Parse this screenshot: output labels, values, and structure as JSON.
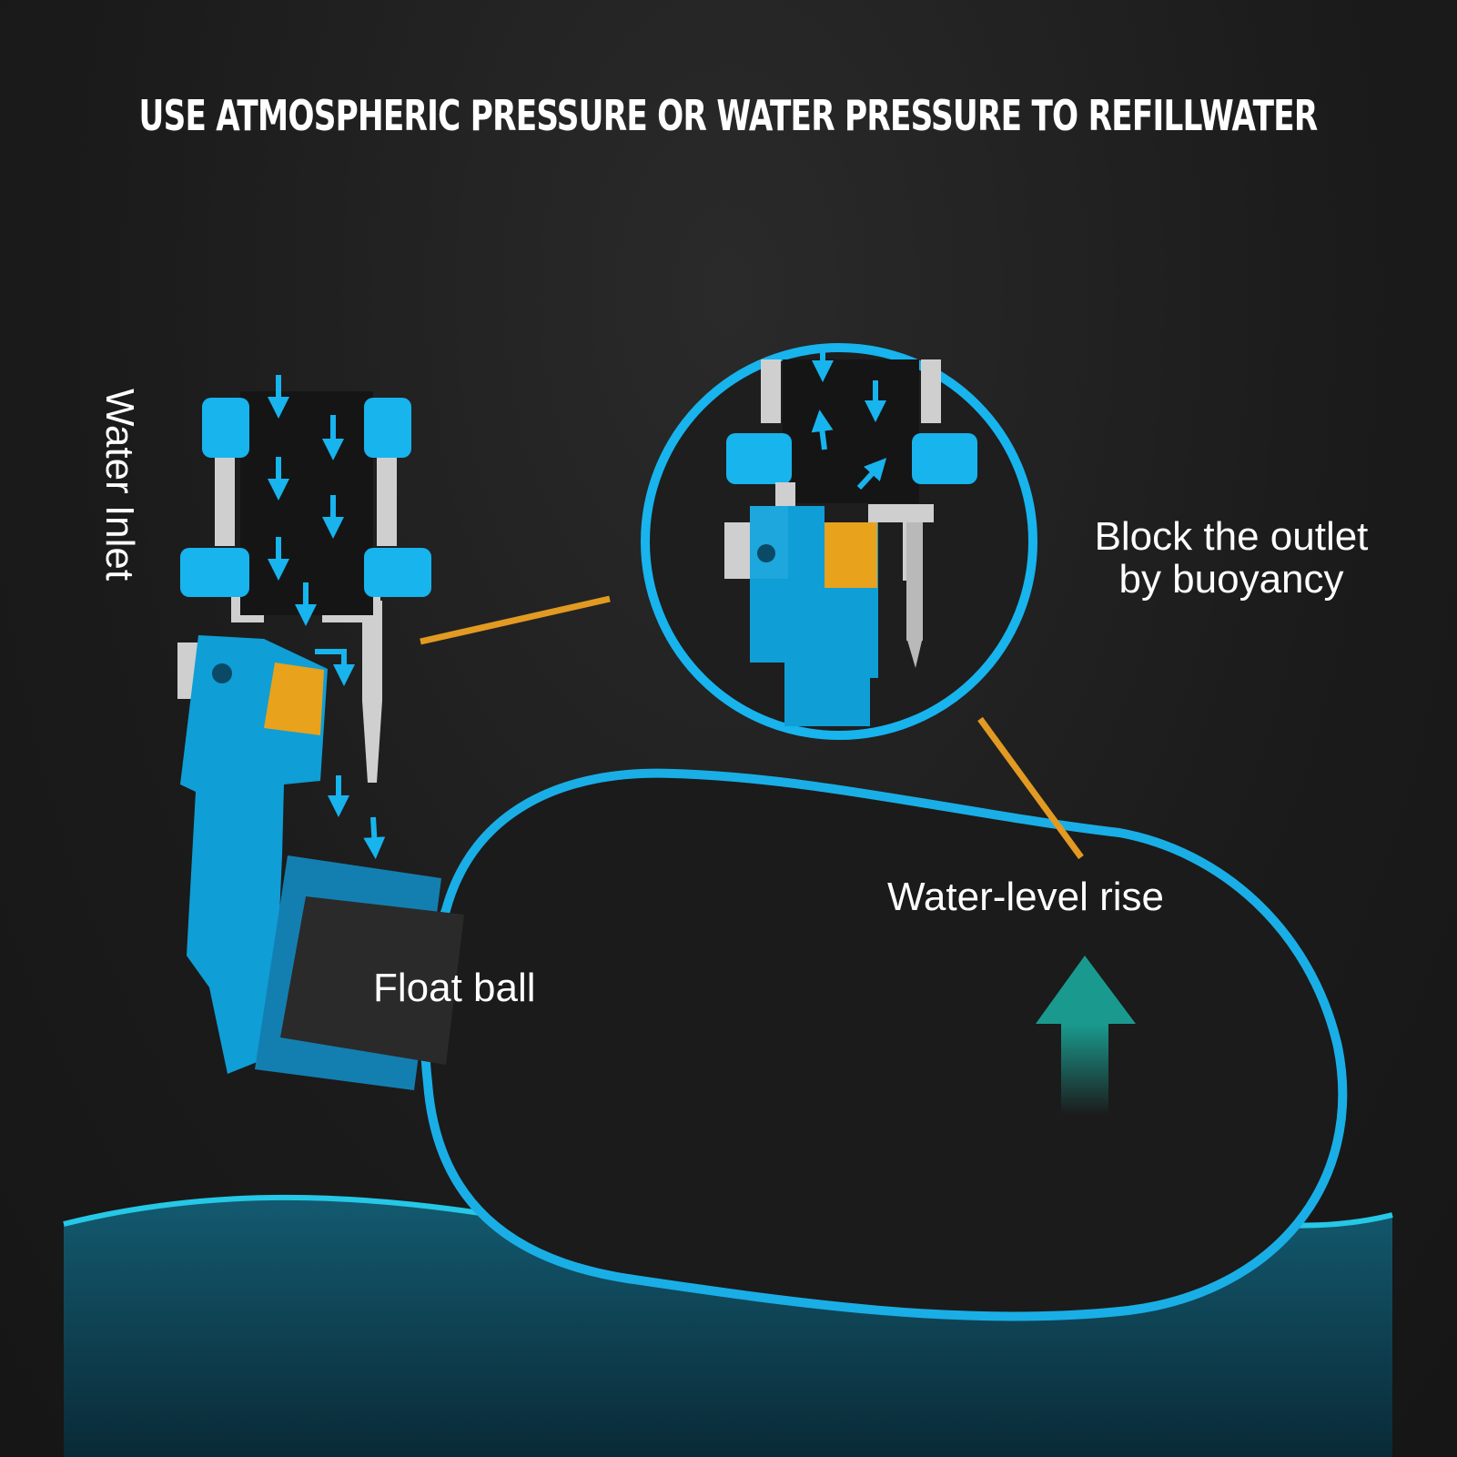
{
  "title": "USE ATMOSPHERIC PRESSURE OR WATER PRESSURE TO REFILLWATER",
  "labels": {
    "water_inlet": "Water Inlet",
    "block_outlet_line1": "Block the outlet",
    "block_outlet_line2": "by buoyancy",
    "water_level": "Water-level rise",
    "float_ball": "Float ball"
  },
  "colors": {
    "background": "#1c1c1c",
    "valve_blue": "#17b4ee",
    "arm_blue": "#0f9ed6",
    "float_outline": "#1aaee6",
    "seal_orange": "#e8a21c",
    "leader_orange": "#e29a22",
    "pipe_gray": "#cfcfcf",
    "water_line": "#25c8e6",
    "water_fill": "#0e5066",
    "rise_arrow": "#1a8f86"
  },
  "icons": {
    "flow_arrow": "arrow-down-icon",
    "rise_arrow": "arrow-up-icon"
  }
}
